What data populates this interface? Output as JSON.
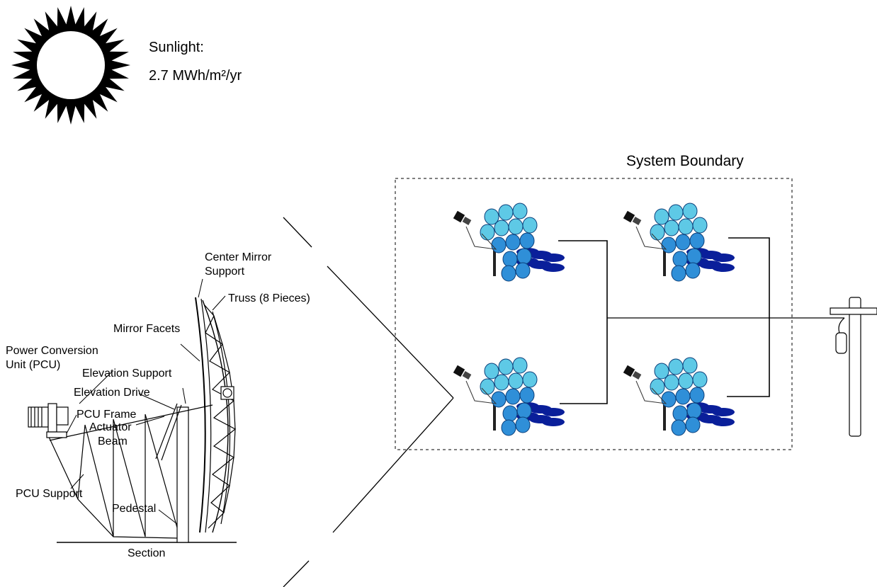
{
  "sunlight": {
    "title": "Sunlight:",
    "value": "2.7 MWh/m²/yr"
  },
  "system": {
    "boundary_title": "System Boundary",
    "dish_count": 4
  },
  "dish_section": {
    "labels": {
      "center_mirror_support_1": "Center Mirror",
      "center_mirror_support_2": "Support",
      "truss": "Truss (8 Pieces)",
      "mirror_facets": "Mirror Facets",
      "pcu_1": "Power Conversion",
      "pcu_2": "Unit (PCU)",
      "elevation_support": "Elevation Support",
      "elevation_drive": "Elevation Drive",
      "pcu_frame": "PCU Frame",
      "actuator": "Actuator",
      "beam": "Beam",
      "pcu_support": "PCU Support",
      "pedestal": "Pedestal",
      "section": "Section"
    }
  }
}
